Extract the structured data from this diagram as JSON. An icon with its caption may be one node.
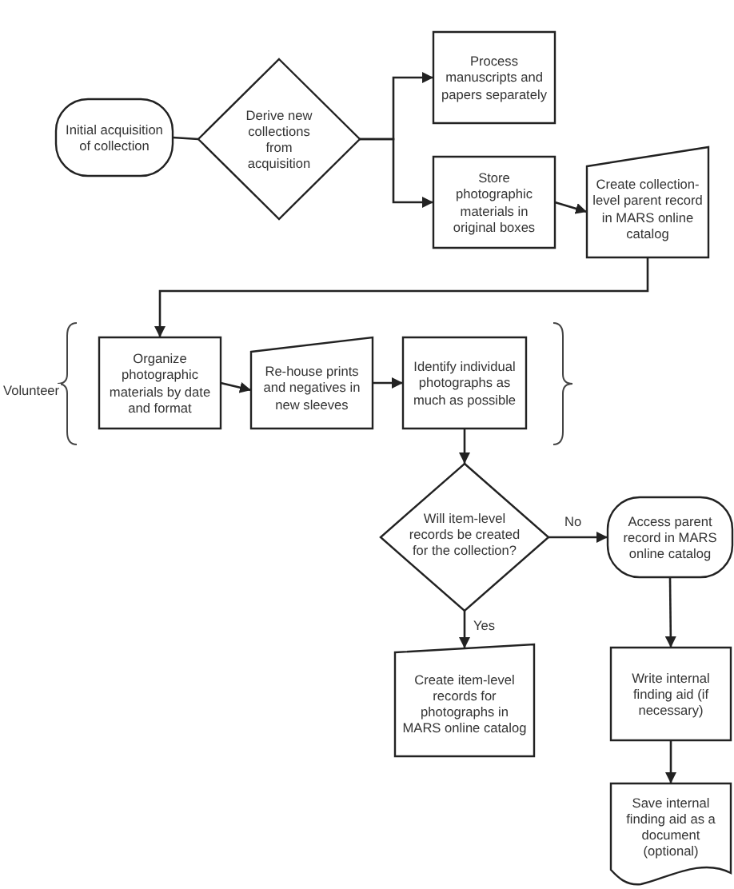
{
  "diagram": {
    "nodes": [
      {
        "text": [
          "Initial acquisition of collection"
        ]
      },
      {
        "text": [
          "Derive new collections from acquisition"
        ]
      },
      {
        "text": [
          "Process manuscripts and papers separately"
        ]
      },
      {
        "text": [
          "Store photographic materials in original boxes"
        ]
      },
      {
        "text": [
          "Create collection-level parent record in MARS online catalog"
        ]
      },
      {
        "text": [
          "Organize photographic materials by date and format"
        ]
      },
      {
        "text": [
          "Re-house prints and negatives in new sleeves"
        ]
      },
      {
        "text": [
          "Identify individual photographs as much as possible"
        ]
      },
      {
        "text": [
          "Will item-level records be created for the collection?"
        ]
      },
      {
        "text": [
          "Access parent record in MARS online catalog"
        ]
      },
      {
        "text": [
          "Create item-level records for photographs in MARS online catalog"
        ]
      },
      {
        "text": [
          "Write internal finding aid (if necessary)"
        ]
      },
      {
        "text": [
          "Save internal finding aid as a document (optional)"
        ]
      }
    ],
    "edges": [
      {
        "from": 0,
        "to": 1,
        "arrow": "none"
      },
      {
        "from": 1,
        "to": 2,
        "arrow": "to"
      },
      {
        "from": 1,
        "to": 3,
        "arrow": "to"
      },
      {
        "from": 3,
        "to": 4,
        "arrow": "to"
      },
      {
        "from": 4,
        "to": 5,
        "arrow": "to"
      },
      {
        "from": 5,
        "to": 6,
        "arrow": "to"
      },
      {
        "from": 6,
        "to": 7,
        "arrow": "to"
      },
      {
        "from": 7,
        "to": 8,
        "arrow": "to"
      },
      {
        "from": 8,
        "to": 9,
        "label": "No",
        "arrow": "to"
      },
      {
        "from": 8,
        "to": 10,
        "label": "Yes",
        "arrow": "to"
      },
      {
        "from": 9,
        "to": 11,
        "arrow": "to"
      },
      {
        "from": 11,
        "to": 12,
        "arrow": "to"
      }
    ],
    "labels": [
      "Volunteer"
    ]
  }
}
